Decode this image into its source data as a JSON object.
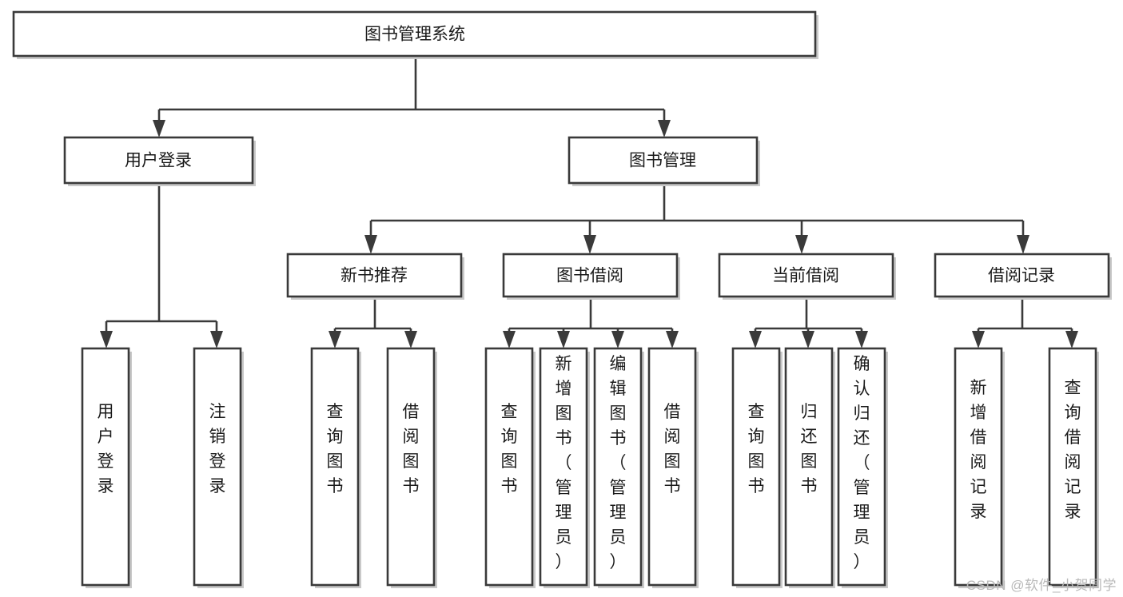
{
  "diagram": {
    "type": "tree",
    "title": "图书管理系统",
    "orientation": "top-down",
    "levels": 4,
    "watermark": "CSDN @软件_小贺同学",
    "colors": {
      "background": "#ffffff",
      "node_fill": "#ffffff",
      "node_stroke": "#3a3a3a",
      "edge": "#3a3a3a",
      "text": "#1a1a1a",
      "watermark": "#b9b9b9"
    },
    "nodes": {
      "root": {
        "id": "root",
        "label": "图书管理系统",
        "level": 0,
        "orientation": "horizontal"
      },
      "l1": [
        {
          "id": "user-login",
          "label": "用户登录",
          "level": 1,
          "orientation": "horizontal"
        },
        {
          "id": "book-manage",
          "label": "图书管理",
          "level": 1,
          "orientation": "horizontal"
        }
      ],
      "l2": [
        {
          "id": "new-book-rec",
          "label": "新书推荐",
          "level": 2,
          "orientation": "horizontal"
        },
        {
          "id": "book-borrow",
          "label": "图书借阅",
          "level": 2,
          "orientation": "horizontal"
        },
        {
          "id": "current-borrow",
          "label": "当前借阅",
          "level": 2,
          "orientation": "horizontal"
        },
        {
          "id": "borrow-record",
          "label": "借阅记录",
          "level": 2,
          "orientation": "horizontal"
        }
      ],
      "leaves": [
        {
          "id": "leaf-user-login",
          "label": "用户登录",
          "parent": "user-login",
          "orientation": "vertical"
        },
        {
          "id": "leaf-logout",
          "label": "注销登录",
          "parent": "user-login",
          "orientation": "vertical"
        },
        {
          "id": "leaf-query-book-1",
          "label": "查询图书",
          "parent": "new-book-rec",
          "orientation": "vertical"
        },
        {
          "id": "leaf-borrow-book-1",
          "label": "借阅图书",
          "parent": "new-book-rec",
          "orientation": "vertical"
        },
        {
          "id": "leaf-query-book-2",
          "label": "查询图书",
          "parent": "book-borrow",
          "orientation": "vertical"
        },
        {
          "id": "leaf-add-book",
          "label": "新增图书（管理员）",
          "parent": "book-borrow",
          "orientation": "vertical"
        },
        {
          "id": "leaf-edit-book",
          "label": "编辑图书（管理员）",
          "parent": "book-borrow",
          "orientation": "vertical"
        },
        {
          "id": "leaf-borrow-book-2",
          "label": "借阅图书",
          "parent": "book-borrow",
          "orientation": "vertical"
        },
        {
          "id": "leaf-query-book-3",
          "label": "查询图书",
          "parent": "current-borrow",
          "orientation": "vertical"
        },
        {
          "id": "leaf-return-book",
          "label": "归还图书",
          "parent": "current-borrow",
          "orientation": "vertical"
        },
        {
          "id": "leaf-confirm-return",
          "label": "确认归还（管理员）",
          "parent": "current-borrow",
          "orientation": "vertical"
        },
        {
          "id": "leaf-add-record",
          "label": "新增借阅记录",
          "parent": "borrow-record",
          "orientation": "vertical"
        },
        {
          "id": "leaf-query-record",
          "label": "查询借阅记录",
          "parent": "borrow-record",
          "orientation": "vertical"
        }
      ]
    }
  }
}
